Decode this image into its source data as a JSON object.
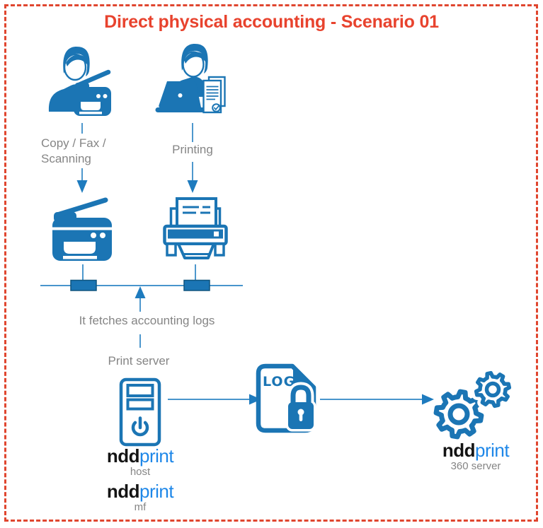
{
  "title": "Direct physical accounting - Scenario 01",
  "labels": {
    "copy_fax_line1": "Copy / Fax /",
    "copy_fax_line2": "Scanning",
    "printing": "Printing",
    "fetch_logs": "It fetches accounting logs",
    "print_server": "Print server",
    "log_file": "LOG"
  },
  "logos": {
    "host": {
      "prefix": "ndd",
      "suffix": "print",
      "sub": "host"
    },
    "mf": {
      "prefix": "ndd",
      "suffix": "print",
      "sub": "mf"
    },
    "server360": {
      "prefix": "ndd",
      "suffix": "print",
      "sub": "360 server"
    }
  },
  "icons": {
    "user_copier": "user-with-copier-icon",
    "user_laptop": "user-with-laptop-documents-icon",
    "mfp": "multifunction-printer-icon",
    "printer": "printer-icon",
    "network": "network-bus-line",
    "server_tower": "server-tower-icon",
    "log_file": "log-file-lock-icon",
    "gears": "gears-icon"
  },
  "colors": {
    "icon_blue": "#1B75B4",
    "line_blue": "#2F86C4",
    "logo_print_blue": "#1E87E8",
    "logo_ndd_black": "#141414",
    "label_gray": "#858585",
    "title_red": "#E8432E",
    "border_red": "#E0462F"
  }
}
